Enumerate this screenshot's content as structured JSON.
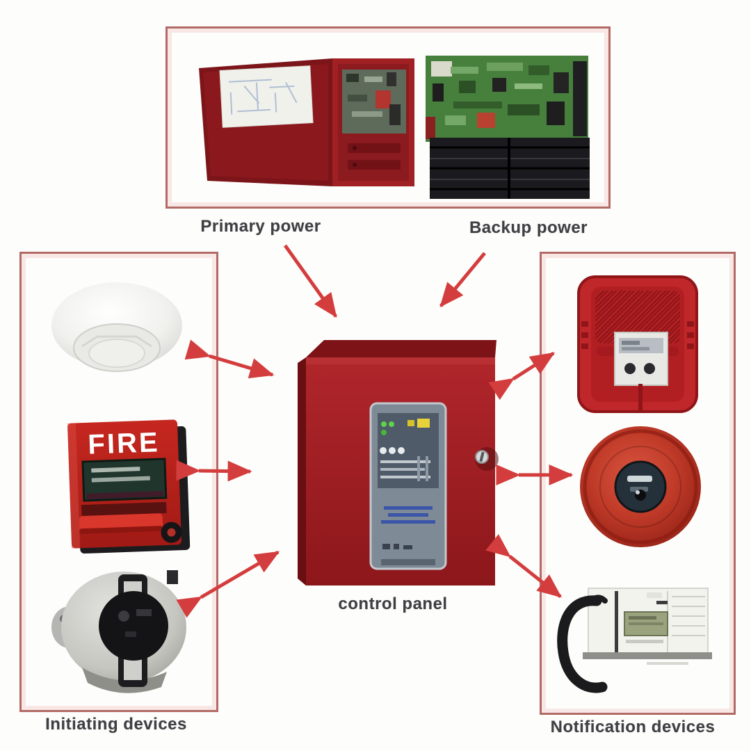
{
  "scene": {
    "description": "Fire alarm system components diagram",
    "background_color": "#fdfdfc"
  },
  "labels": {
    "primary_power": "Primary power",
    "backup_power": "Backup power",
    "control_panel": "control panel",
    "initiating_devices": "Initiating devices",
    "notification_devices": "Notification devices"
  },
  "devices": {
    "pull_station_text": "FIRE",
    "power_group": [
      "power-supply-cabinet",
      "backup-battery-board"
    ],
    "initiating_group": [
      "smoke-detector",
      "manual-pull-station",
      "flame-detector"
    ],
    "notification_group": [
      "horn-strobe",
      "alarm-bell",
      "communicator-phone"
    ],
    "center": "fire-alarm-control-panel"
  },
  "colors": {
    "box_border": "#b26a66",
    "arrow_red": "#d43d3d",
    "cabinet_red": "#8f1a1d",
    "panel_red": "#a92025",
    "panel_inset_gray": "#7e8a96",
    "pcb_green": "#47803c",
    "battery_black": "#1b1b1f",
    "bell_red": "#c03a28",
    "label_text": "#3f3f44"
  }
}
